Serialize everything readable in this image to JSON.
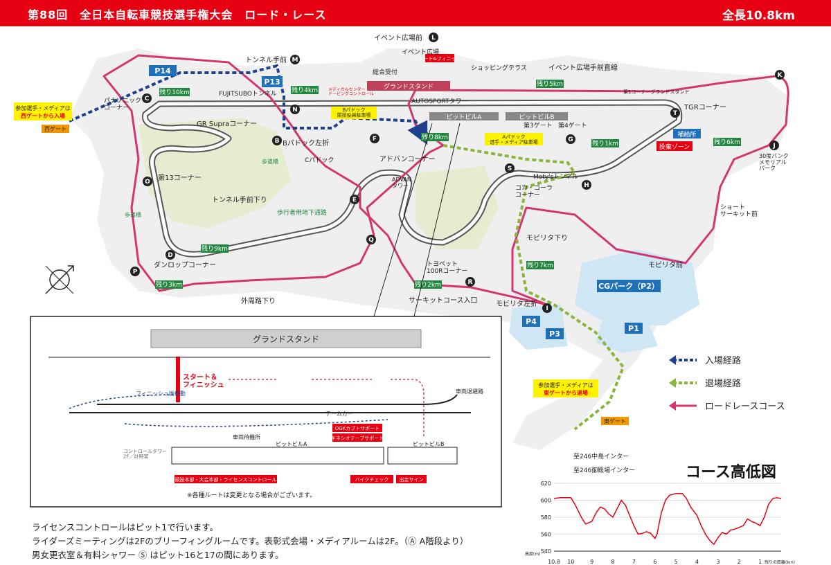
{
  "header": {
    "title": "第88回　全日本自転車競技選手権大会　ロード・レース",
    "total_length": "全長10.8km"
  },
  "map": {
    "points": {
      "B": "B",
      "C": "C",
      "D": "D",
      "E": "E",
      "F": "F",
      "G": "G",
      "H": "H",
      "I": "I",
      "J": "J",
      "K": "K",
      "L": "L",
      "M": "M",
      "N": "N",
      "O": "O",
      "P": "P",
      "Q": "Q",
      "R": "R",
      "S": "S",
      "T": "T"
    },
    "labels": {
      "event_plaza_l": "イベント広場前",
      "tunnel_front": "トンネル手前",
      "event_plaza": "イベント広場",
      "start_finish": "スタート&フィニッシュ",
      "reception": "総合受付",
      "grandstand": "グランドスタンド",
      "shopping_terrace": "ショッピングテラス",
      "event_straight": "イベント広場手前直線",
      "fujitsubo_tunnel": "FUJITSUBOトンネル",
      "panasonic_corner": "パナソニック\nコーナー",
      "west_gate": "西ゲート",
      "west_gate_note1": "参加選手・メディアは",
      "west_gate_note2": "西ゲートから入場",
      "gr_supra": "GR Supraコーナー",
      "b_paddock_left": "Bパドック左折",
      "c_paddock": "Cパドック",
      "pedestrian_bridge": "歩道橋",
      "corner13": "第13コーナー",
      "tunnel_down": "トンネル手前下り",
      "pedestrian_bridge2": "歩道橋",
      "dunlop": "ダンロップコーナー",
      "outer_down": "外周路下り",
      "advan_corner": "アドバンコーナー",
      "advan_tower": "ADVAN\nタワー",
      "underground": "歩行者用地下通路",
      "toyopet": "トヨペット\n100Rコーナー",
      "circuit_entrance": "サーキットコース入口",
      "autosport_tower": "AUTOSPORTタワー",
      "pit_a": "ピットビルA",
      "pit_b": "ピットビルB",
      "gate3": "第3ゲート",
      "gate4": "第4ゲート",
      "b_paddock_parking": "Bパドック\n競技役員駐車場",
      "a_paddock_parking": "Aパドック\n選手・メディア駐車場",
      "medical": "メディカルセンター\nドーピングコントロール",
      "grandstand_num1": "第1コーナーグランドスタンド",
      "tgr_corner": "TGRコーナー",
      "feed_zone": "補給所",
      "throw_zone": "投棄ゾーン",
      "motys_tunnel": "Moty'sトンネル",
      "coca_cola": "コカ・コーラ\nコーナー",
      "mobility_down": "モビリタ下り",
      "mobility_front": "モビリタ前",
      "mobility_left": "モビリタ左折",
      "short_circuit": "ショート\nサーキット前",
      "memorial_park": "30度バンク\nメモリアル\nパーク",
      "cg_park": "CGパーク（P2）",
      "east_gate": "東ゲート",
      "east_gate_note1": "参加選手・メディアは",
      "east_gate_note2": "東ゲートから退場",
      "to_246_nakajima": "至246中島インター",
      "to_246_gotemba": "至246御殿場インター"
    },
    "parking": {
      "p1": "P1",
      "p2": "P2",
      "p3": "P3",
      "p4": "P4",
      "p13": "P13",
      "p14": "P14"
    },
    "remaining": {
      "r10": "残り10km",
      "r9": "残り9km",
      "r8": "残り8km",
      "r7": "残り7km",
      "r6": "残り6km",
      "r5": "残り5km",
      "r4": "残り4km",
      "r3": "残り3km",
      "r2": "残り2km",
      "r1": "残り1km"
    },
    "legend": {
      "entry": "入場経路",
      "exit": "退場経路",
      "course": "ロードレースコース"
    }
  },
  "inset": {
    "grandstand": "グランドスタンド",
    "start_finish": "スタート＆\nフィニッシュ",
    "finish_move": "フィニッシュ後移動",
    "evac_road": "車両退避路",
    "team_car": "チームカー",
    "vehicle_wait": "車両待機所",
    "pit_a": "ピットビルA",
    "pit_b": "ピットビルB",
    "control_tower": "コントロールタワー\n2F／計時室",
    "ogk": "OGKカブトサポート",
    "kinesio": "キネシオテープサポート",
    "officials": "競技本部・大会本部・ライセンスコントロール",
    "bike_check": "バイクチェック",
    "sign": "出走サイン",
    "note": "※各種ルートは変更となる場合がございます。"
  },
  "notes": [
    "ライセンスコントロールはピット1で行います。",
    "ライダーズミーティングは2Fのブリーフィングルームです。表彰式会場・メディアルームは2F。（Ⓐ A階段より）",
    "男女更衣室＆有料シャワー Ⓢ はピット16と17の間にあります。"
  ],
  "colors": {
    "accent": "#e60012",
    "course": "#d4356f",
    "entry": "#1f3f8f",
    "exit": "#8ab43c",
    "remain_badge": "#22873f"
  },
  "chart_data": {
    "type": "line",
    "title": "コース高低図",
    "xlabel": "残りの距離(km)",
    "ylabel": "高度(m)",
    "x_ticks": [
      "10.8",
      "10",
      "9",
      "8",
      "7",
      "6",
      "5",
      "4",
      "3",
      "2",
      "1"
    ],
    "y_ticks": [
      540,
      560,
      580,
      600,
      620
    ],
    "ylim": [
      540,
      620
    ],
    "xlim": [
      10.8,
      0
    ],
    "series": [
      {
        "x": [
          10.8,
          10.5,
          10.0,
          9.8,
          9.5,
          9.3,
          9.0,
          8.8,
          8.6,
          8.4,
          8.2,
          8.0,
          7.8,
          7.6,
          7.4,
          7.2,
          7.0,
          6.8,
          6.6,
          6.4,
          6.2,
          6.0,
          5.9,
          5.7,
          5.5,
          5.3,
          5.0,
          4.7,
          4.5,
          4.3,
          4.0,
          3.8,
          3.6,
          3.4,
          3.2,
          3.0,
          2.8,
          2.6,
          2.4,
          2.2,
          2.0,
          1.8,
          1.6,
          1.4,
          1.2,
          1.0,
          0.8,
          0.6,
          0.4,
          0.2,
          0.0
        ],
        "y": [
          602,
          603,
          603,
          595,
          580,
          572,
          575,
          585,
          592,
          590,
          584,
          580,
          590,
          600,
          594,
          582,
          570,
          560,
          561,
          563,
          561,
          555,
          560,
          585,
          600,
          606,
          608,
          608,
          602,
          592,
          582,
          570,
          560,
          553,
          548,
          556,
          562,
          560,
          565,
          566,
          568,
          570,
          578,
          575,
          573,
          570,
          580,
          595,
          602,
          603,
          602
        ]
      }
    ]
  }
}
